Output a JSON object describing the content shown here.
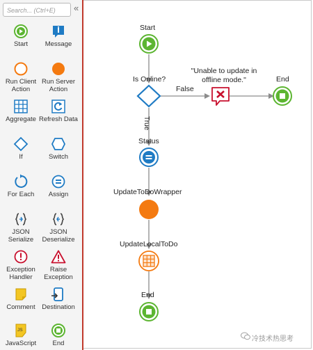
{
  "toolbox": {
    "search_placeholder": "Search... (Ctrl+E)",
    "collapse_glyph": "«",
    "tools": [
      {
        "label": "Start"
      },
      {
        "label": "Message"
      },
      {
        "label": "Run Client Action"
      },
      {
        "label": "Run Server Action"
      },
      {
        "label": "Aggregate"
      },
      {
        "label": "Refresh Data"
      },
      {
        "label": "If"
      },
      {
        "label": "Switch"
      },
      {
        "label": "For Each"
      },
      {
        "label": "Assign"
      },
      {
        "label": "JSON Serialize"
      },
      {
        "label": "JSON Deserialize"
      },
      {
        "label": "Exception Handler"
      },
      {
        "label": "Raise Exception"
      },
      {
        "label": "Comment"
      },
      {
        "label": "Destination"
      },
      {
        "label": "JavaScript"
      },
      {
        "label": "End"
      }
    ]
  },
  "flow": {
    "start_label": "Start",
    "if_label": "Is Online?",
    "false_label": "False",
    "true_label": "True",
    "exception_message": "\"Unable to update in offline mode.\"",
    "end_top_label": "End",
    "status_label": "Status",
    "server_action_label": "UpdateToDoWrapper",
    "aggregate_label": "UpdateLocalToDo",
    "end_bottom_label": "End"
  },
  "watermark": "冷技术热思考",
  "colors": {
    "start_green": "#5cb531",
    "flow_blue": "#1f7bc4",
    "server_orange": "#f47a10",
    "exception_red": "#c8102e",
    "connector_gray": "#8c8c8c",
    "toolbox_border": "#c0392b"
  }
}
